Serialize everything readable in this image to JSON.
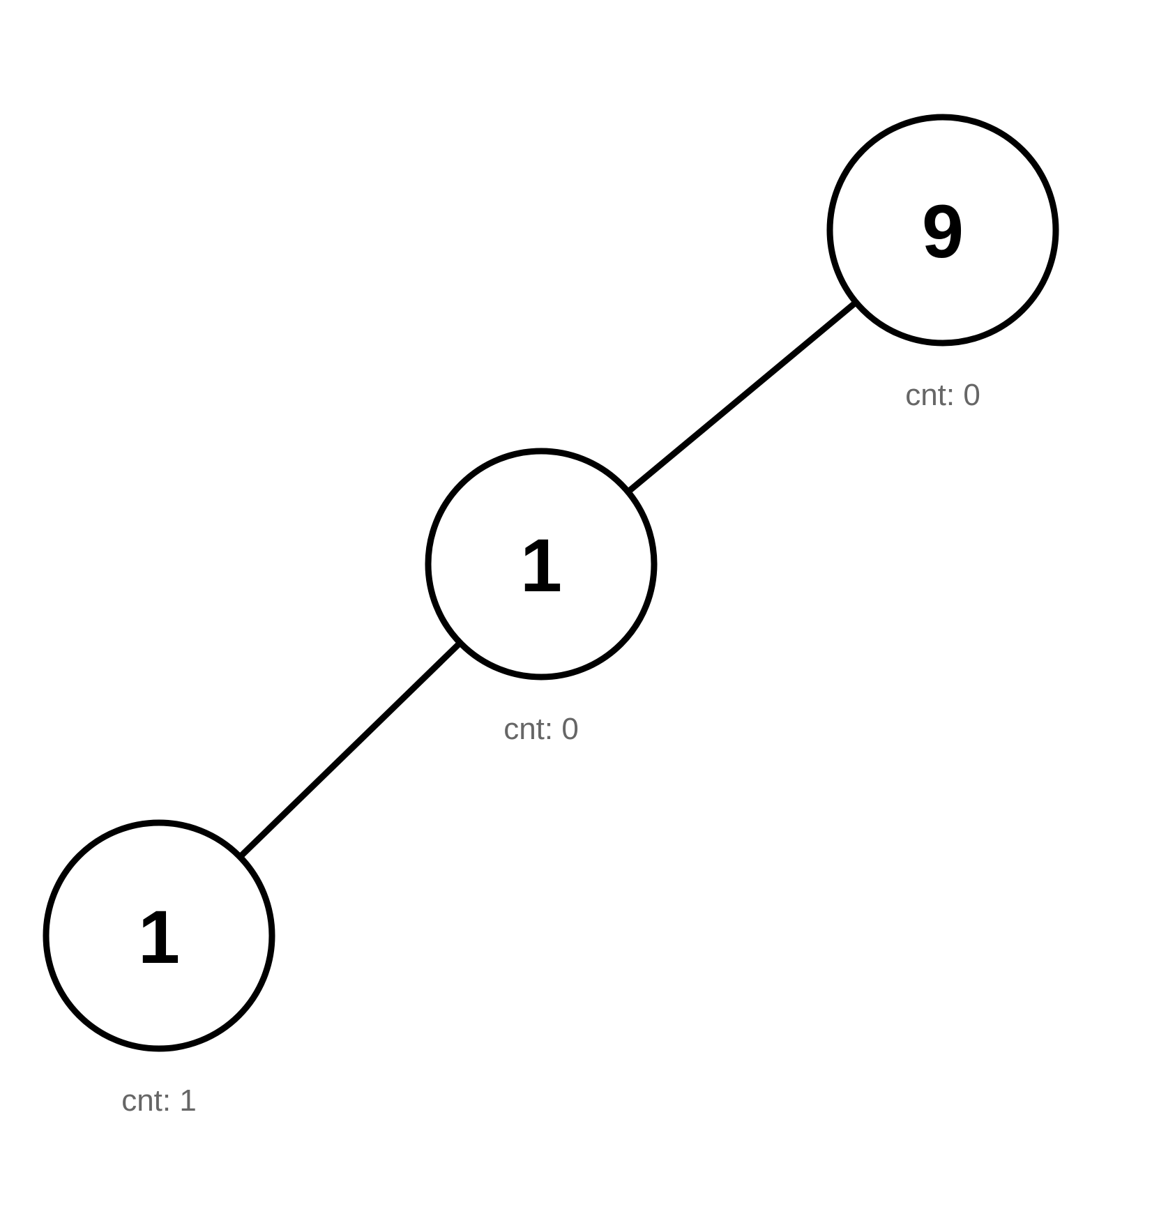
{
  "colors": {
    "stroke": "#000000",
    "node_fill": "#ffffff",
    "value_text": "#000000",
    "cnt_text": "#666666"
  },
  "nodes": [
    {
      "value": "9",
      "cnt_label": "cnt: 0"
    },
    {
      "value": "1",
      "cnt_label": "cnt: 0"
    },
    {
      "value": "1",
      "cnt_label": "cnt: 1"
    }
  ],
  "edges": [
    {
      "from": 0,
      "to": 1
    },
    {
      "from": 1,
      "to": 2
    }
  ]
}
